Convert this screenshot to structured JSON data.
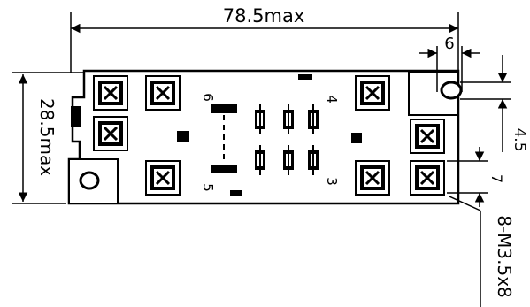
{
  "dimensions": {
    "overall_length": "78.5max",
    "overall_height": "28.5max",
    "slot_width": "6",
    "hole_pitch": "4.5",
    "terminal_offset": "7"
  },
  "callout": {
    "screw_spec": "8-M3.5x8"
  },
  "pin_labels": {
    "pin_6": "6",
    "pin_5": "5",
    "pin_4": "4",
    "pin_3": "3"
  }
}
